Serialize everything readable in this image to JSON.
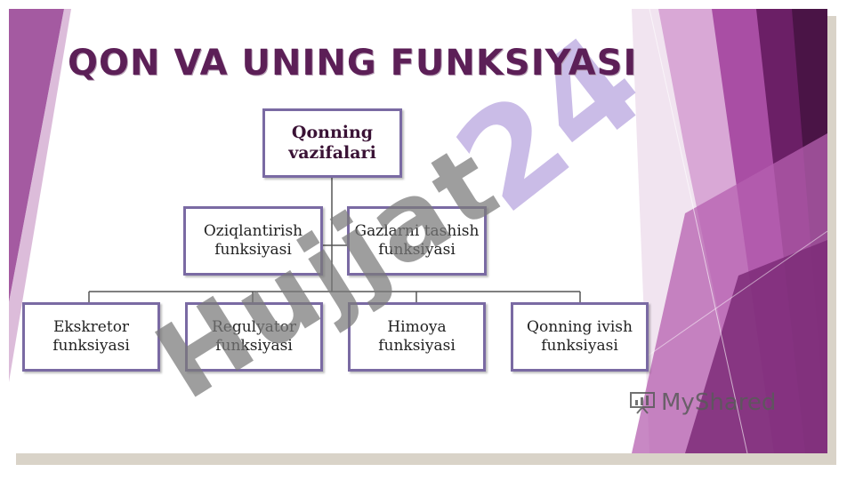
{
  "slide": {
    "title": "QON VA UNING FUNKSIYASI"
  },
  "diagram": {
    "root": "Qonning\nvazifalari",
    "level1": [
      "Oziqlantirish\nfunksiyasi",
      "Gazlarni tashish\nfunksiyasi"
    ],
    "level2": [
      "Ekskretor\nfunksiyasi",
      "Regulyator\nfunksiyasi",
      "Himoya\nfunksiyasi",
      "Qonning ivish\nfunksiyasi"
    ]
  },
  "watermarks": {
    "grey_text": "Hujjat",
    "lilac_text": "24"
  },
  "logo": {
    "text": "MyShared",
    "icon": "presentation-board-icon"
  },
  "colors": {
    "title": "#5c1f57",
    "box_border": "#7a6aa3",
    "accent_dark": "#4a1446",
    "accent_mid": "#8e3e8a",
    "accent_light": "#c58cc3",
    "watermark_grey": "#7a7a7a",
    "watermark_lilac": "#b9a6e0"
  }
}
